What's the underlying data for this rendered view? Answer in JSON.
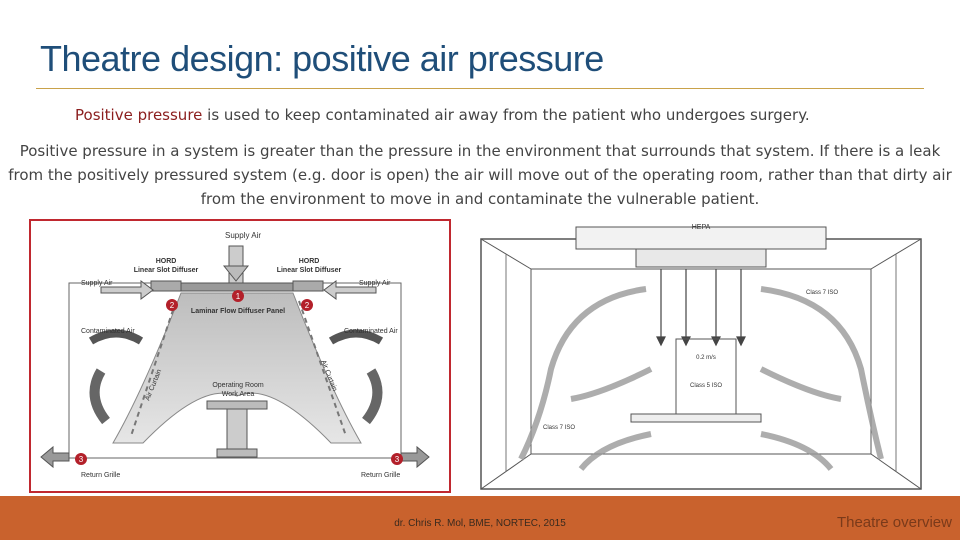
{
  "slide": {
    "title": "Theatre design:  positive air pressure",
    "intro_highlight": "Positive pressure",
    "intro_rest": " is used to keep contaminated air away from the patient who undergoes surgery.",
    "paragraph": "Positive pressure in a system is greater than the pressure in the environment that surrounds that system. If there is a leak from the positively pressured system (e.g. door is open) the air will move out of the operating room, rather than that dirty air from the environment to move in and contaminate the vulnerable patient."
  },
  "left_figure": {
    "supply_air_top": "Supply Air",
    "diffuser_left_1": "HORD",
    "diffuser_left_2": "Linear Slot Diffuser",
    "diffuser_right_1": "HORD",
    "diffuser_right_2": "Linear Slot Diffuser",
    "supply_air_left": "Supply Air",
    "supply_air_right": "Supply Air",
    "laminar_panel": "Laminar Flow Diffuser Panel",
    "contaminated_left": "Contaminated Air",
    "contaminated_right": "Contaminated Air",
    "air_curtain_left": "Air Curtain",
    "air_curtain_right": "Air Curtain",
    "work_area_1": "Operating Room",
    "work_area_2": "Work Area",
    "return_left": "Return Grille",
    "return_right": "Return Grille",
    "marker_1": "1",
    "marker_2": "2",
    "marker_3": "3"
  },
  "right_figure": {
    "hepa": "HEPA",
    "class_top_right": "Class 7 ISO",
    "class_center_top": "0.2 m/s",
    "class_center": "Class 5 ISO",
    "class_left": "Class 7 ISO"
  },
  "footer": {
    "credit": "dr. Chris R. Mol, BME, NORTEC, 2015",
    "slide_name": "Theatre overview"
  },
  "colors": {
    "title": "#1f4e79",
    "accent_rule": "#c9a24a",
    "highlight": "#8b1e1e",
    "footer": "#c9622d",
    "figure_border": "#c0282f",
    "marker": "#b3202a"
  }
}
